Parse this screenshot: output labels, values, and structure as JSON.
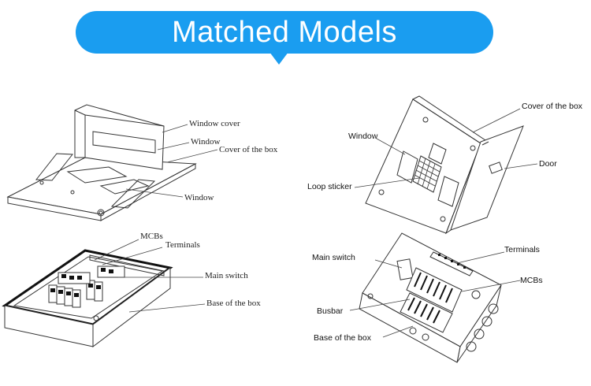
{
  "banner": {
    "title": "Matched Models"
  },
  "left_top_labels": {
    "window_cover": "Window cover",
    "window_1": "Window",
    "cover_of_box": "Cover  of  the box",
    "window_2": "Window"
  },
  "left_bottom_labels": {
    "mcbs": "MCBs",
    "terminals": "Terminals",
    "main_switch": "Main switch",
    "base_of_box": "Base of the box"
  },
  "right_top_labels": {
    "cover_of_box": "Cover of the box",
    "window": "Window",
    "door": "Door",
    "loop_sticker": "Loop sticker"
  },
  "right_bottom_labels": {
    "terminals": "Terminals",
    "main_switch": "Main switch",
    "mcbs": "MCBs",
    "busbar": "Busbar",
    "base_of_box": "Base of the box"
  }
}
